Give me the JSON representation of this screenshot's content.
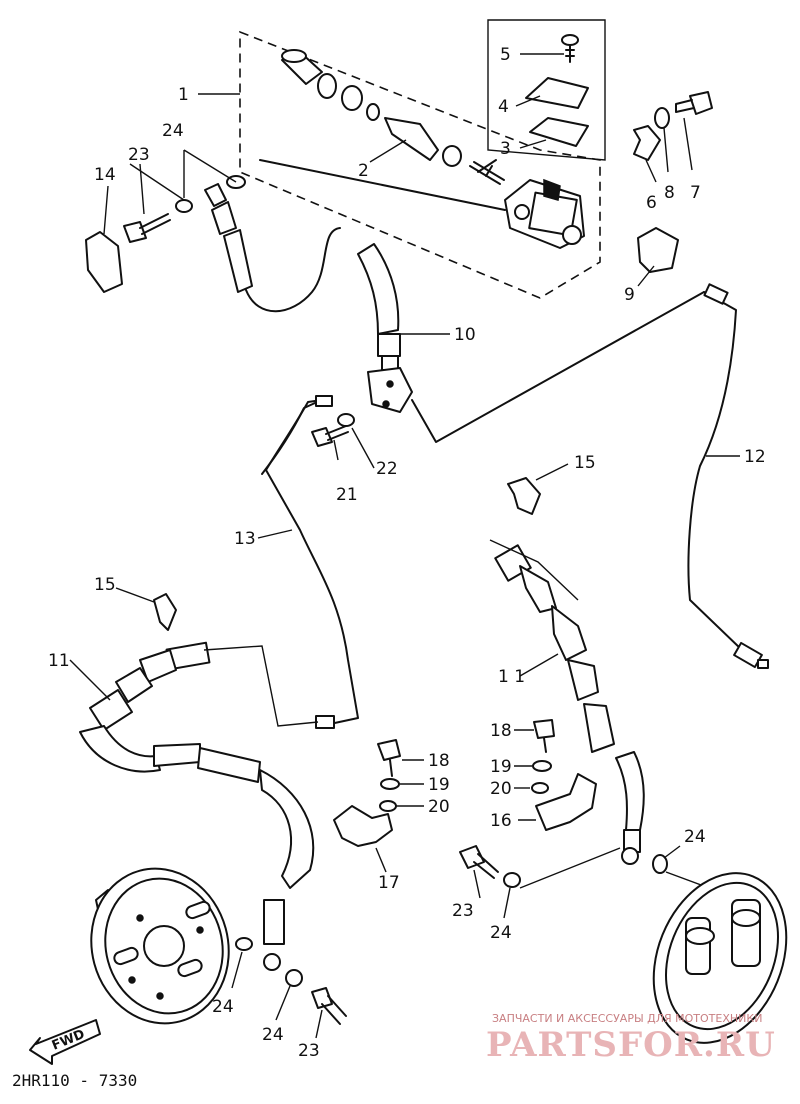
{
  "diagram_code": "2HR110 - 7330",
  "fwd_label": "FWD",
  "watermark": {
    "tagline": "ЗАПЧАСТИ И АКСЕССУАРЫ ДЛЯ МОТОТЕХНИКИ",
    "brand": "PARTSFOR.RU"
  },
  "callouts": {
    "c1": "1",
    "c2": "2",
    "c3": "3",
    "c4": "4",
    "c5": "5",
    "c6": "6",
    "c7": "7",
    "c8": "8",
    "c9": "9",
    "c10": "10",
    "c11a": "11",
    "c11b": "1 1",
    "c12": "12",
    "c13": "13",
    "c14": "14",
    "c15a": "15",
    "c15b": "15",
    "c16": "16",
    "c17": "17",
    "c18a": "18",
    "c18b": "18",
    "c19a": "19",
    "c19b": "19",
    "c20a": "20",
    "c20b": "20",
    "c21": "21",
    "c22": "22",
    "c23a": "23",
    "c23b": "23",
    "c23c": "23",
    "c24a": "24",
    "c24b": "24",
    "c24c": "24",
    "c24d": "24",
    "c24e": "24"
  }
}
